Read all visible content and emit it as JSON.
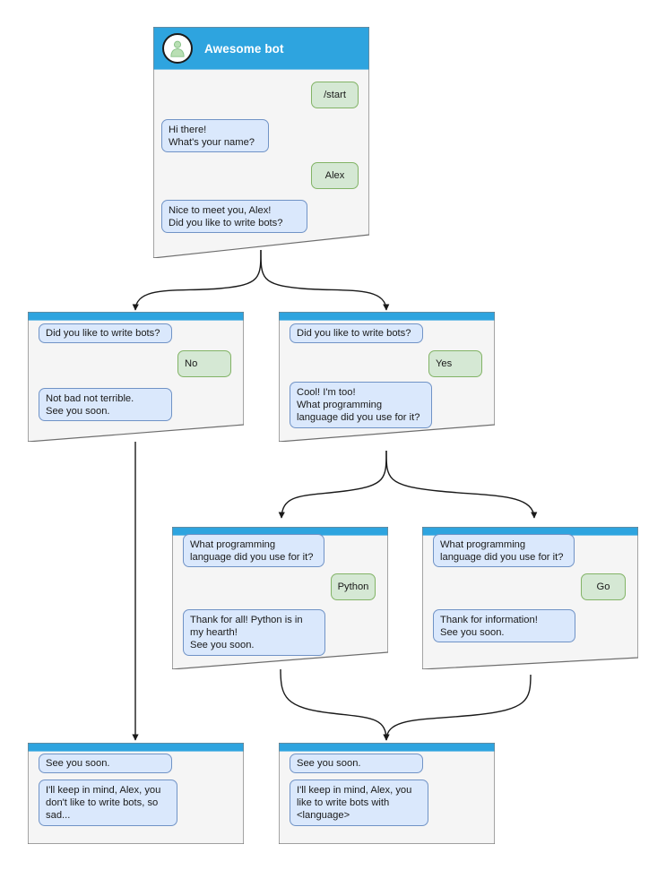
{
  "theme": {
    "header_blue": "#2EA4DF",
    "card_bg": "#F5F5F5",
    "card_border": "#6E6E6E",
    "bot_bubble_bg": "#DAE8FC",
    "bot_bubble_border": "#7093C6",
    "user_bubble_bg": "#D5E8D4",
    "user_bubble_border": "#82B366",
    "avatar_fill": "#B9DFB4",
    "connector": "#1A1A1A",
    "page_bg": "#FFFFFF"
  },
  "cards": {
    "root": {
      "title": "Awesome bot",
      "avatar_icon": "person-avatar-icon",
      "messages": [
        {
          "from": "user",
          "text": "/start"
        },
        {
          "from": "bot",
          "text": "Hi there!\nWhat's your name?"
        },
        {
          "from": "user",
          "text": "Alex"
        },
        {
          "from": "bot",
          "text": "Nice to meet you, Alex!\nDid you like to write bots?"
        }
      ]
    },
    "no_branch": {
      "messages": [
        {
          "from": "bot",
          "text": "Did you like to write bots?"
        },
        {
          "from": "user",
          "text": "No"
        },
        {
          "from": "bot",
          "text": "Not bad not terrible.\nSee you soon."
        }
      ]
    },
    "yes_branch": {
      "messages": [
        {
          "from": "bot",
          "text": "Did you like to write bots?"
        },
        {
          "from": "user",
          "text": "Yes"
        },
        {
          "from": "bot",
          "text": "Cool! I'm too!\nWhat programming\nlanguage did you use for it?"
        }
      ]
    },
    "python_branch": {
      "messages": [
        {
          "from": "bot",
          "text": "What programming\nlanguage did you use for it?"
        },
        {
          "from": "user",
          "text": "Python"
        },
        {
          "from": "bot",
          "text": "Thank for all! Python is in\nmy hearth!\nSee you soon."
        }
      ]
    },
    "go_branch": {
      "messages": [
        {
          "from": "bot",
          "text": "What programming\nlanguage did you use for it?"
        },
        {
          "from": "user",
          "text": "Go"
        },
        {
          "from": "bot",
          "text": "Thank for information!\nSee you soon."
        }
      ]
    },
    "end_sad": {
      "messages": [
        {
          "from": "bot",
          "text": "See you soon."
        },
        {
          "from": "bot",
          "text": "I'll keep in mind, Alex, you\ndon't like to write bots, so\nsad..."
        }
      ]
    },
    "end_happy": {
      "messages": [
        {
          "from": "bot",
          "text": "See you soon."
        },
        {
          "from": "bot",
          "text": "I'll keep in mind, Alex, you\nlike to write bots with\n<language>"
        }
      ]
    }
  }
}
